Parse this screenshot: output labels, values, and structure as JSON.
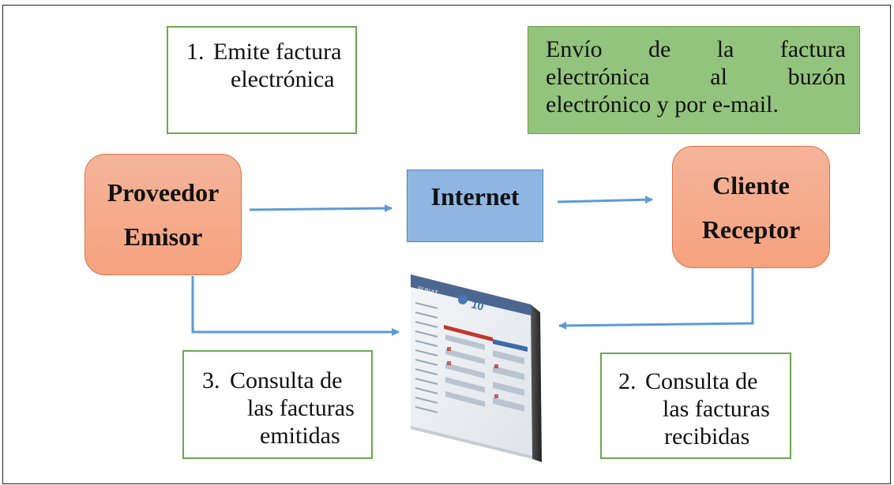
{
  "notes": {
    "emite": {
      "number": "1.",
      "line1": "Emite factura",
      "line2": "electrónica"
    },
    "consulta_emitidas": {
      "number": "3.",
      "line1": "Consulta de",
      "line2": "las facturas",
      "line3": "emitidas"
    },
    "consulta_recibidas": {
      "number": "2.",
      "line1": "Consulta de",
      "line2": "las facturas",
      "line3": "recibidas"
    }
  },
  "envio": {
    "line1_words": [
      "Envío",
      "de",
      "la",
      "factura"
    ],
    "line2_words": [
      "electrónica",
      "al",
      "buzón"
    ],
    "line3": "electrónico y por e-mail."
  },
  "nodes": {
    "proveedor": {
      "line1": "Proveedor",
      "line2": "Emisor"
    },
    "internet": {
      "label": "Internet"
    },
    "cliente": {
      "line1": "Cliente",
      "line2": "Receptor"
    }
  },
  "colors": {
    "note_border": "#6aa84f",
    "envio_fill": "#93c47d",
    "node_fill": "#f6a27f",
    "internet_fill": "#8fb6e3",
    "arrow": "#5b9bd5"
  },
  "portal_image": {
    "icon": "web-portal-screenshot"
  }
}
